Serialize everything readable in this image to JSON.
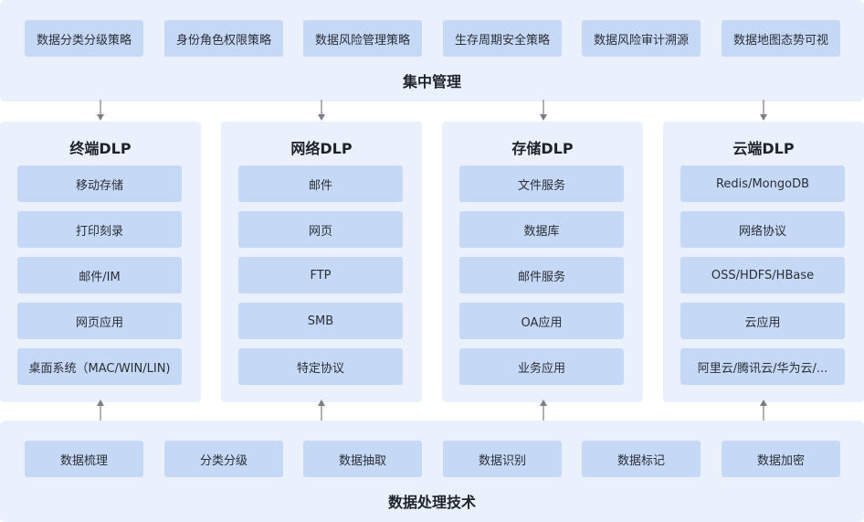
{
  "top": {
    "chips": [
      "数据分类分级策略",
      "身份角色权限策略",
      "数据风险管理策略",
      "生存周期安全策略",
      "数据风险审计溯源",
      "数据地图态势可视"
    ],
    "title": "集中管理"
  },
  "columns": [
    {
      "title": "终端DLP",
      "items": [
        "移动存储",
        "打印刻录",
        "邮件/IM",
        "网页应用",
        "桌面系统（MAC/WIN/LIN)"
      ]
    },
    {
      "title": "网络DLP",
      "items": [
        "邮件",
        "网页",
        "FTP",
        "SMB",
        "特定协议"
      ]
    },
    {
      "title": "存储DLP",
      "items": [
        "文件服务",
        "数据库",
        "邮件服务",
        "OA应用",
        "业务应用"
      ]
    },
    {
      "title": "云端DLP",
      "items": [
        "Redis/MongoDB",
        "网络协议",
        "OSS/HDFS/HBase",
        "云应用",
        "阿里云/腾讯云/华为云/..."
      ]
    }
  ],
  "bottom": {
    "chips": [
      "数据梳理",
      "分类分级",
      "数据抽取",
      "数据识别",
      "数据标记",
      "数据加密"
    ],
    "title": "数据处理技术"
  },
  "icons": {
    "arrow_down": "arrow-down-icon",
    "arrow_up": "arrow-up-icon"
  },
  "colors": {
    "band": "#eaf1fd",
    "chip": "#c5d8f6",
    "arrow": "#7a7f87"
  }
}
